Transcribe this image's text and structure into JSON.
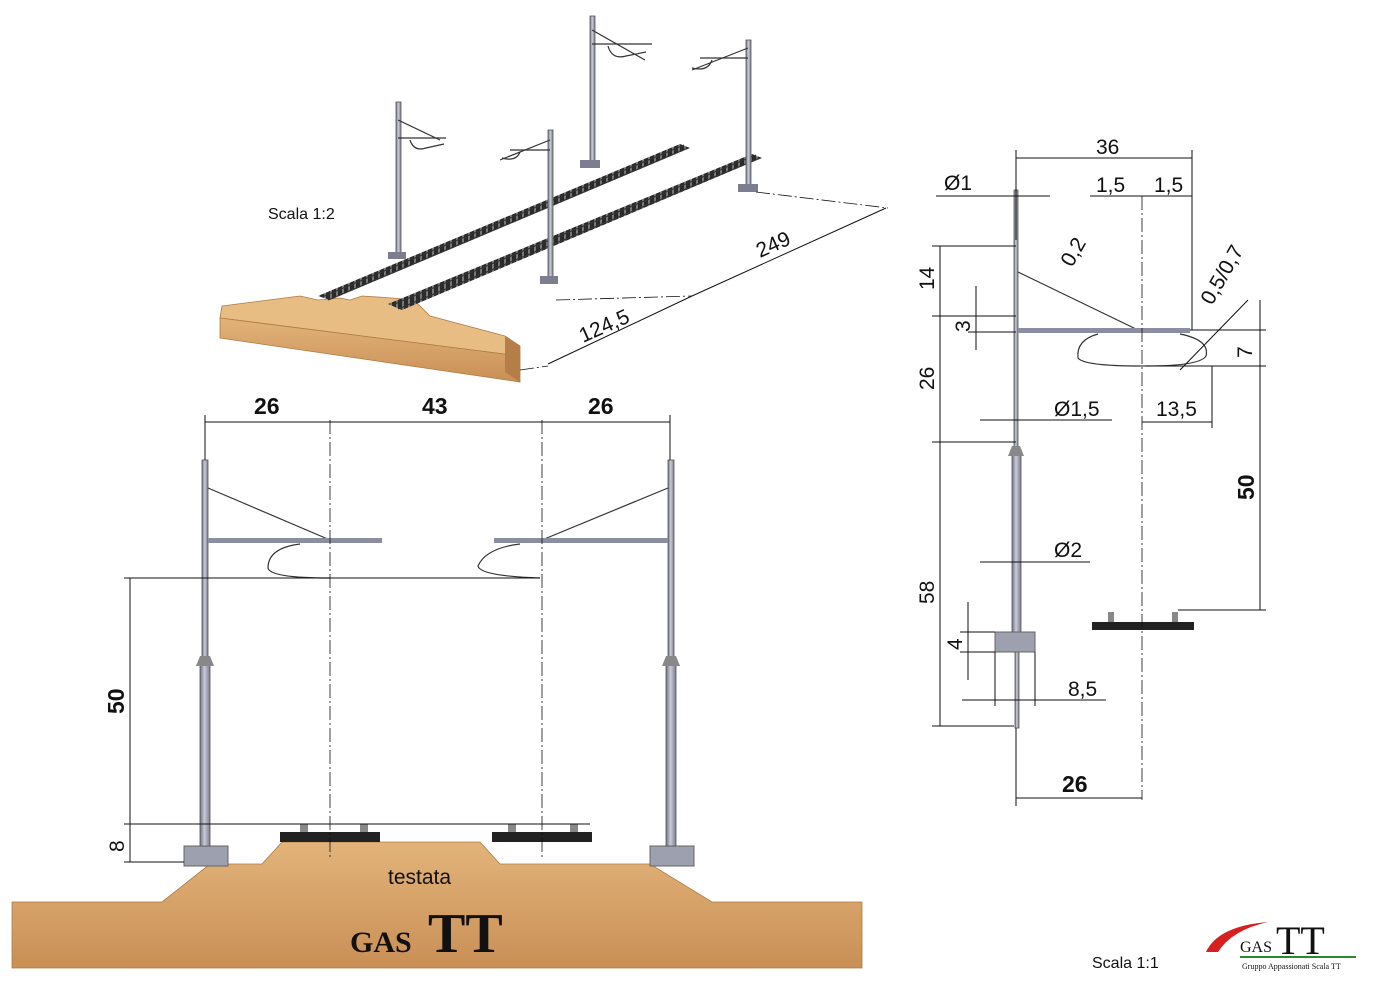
{
  "scale_iso": "Scala 1:2",
  "scale_main": "Scala 1:1",
  "base_label": "testata",
  "brand_gas": "GAS",
  "brand_tt": "TT",
  "logo_gas": "GAS",
  "logo_tt": "TT",
  "logo_sub": "Gruppo Appassionati Scala TT",
  "dims_iso": {
    "length": "249",
    "spacing": "124,5"
  },
  "dims_front": {
    "left": "26",
    "middle": "43",
    "right": "26",
    "height": "50",
    "base": "8"
  },
  "dims_side": {
    "width": "36",
    "wire_dia": "Ø1",
    "half_a": "1,5",
    "half_b": "1,5",
    "top_h": "14",
    "arm_t": "3",
    "mid_h": "26",
    "low_h": "58",
    "rod_dia": "Ø1,5",
    "pole_dia": "Ø2",
    "base_h": "4",
    "base_w": "8,5",
    "drop_w": "13,5",
    "height": "50",
    "hang_h": "7",
    "w02": "0,2",
    "w057": "0,5/0,7",
    "bottom": "26"
  },
  "colors": {
    "wood": "#d9a66a",
    "rail": "#222222",
    "pole": "#9a9cae"
  }
}
